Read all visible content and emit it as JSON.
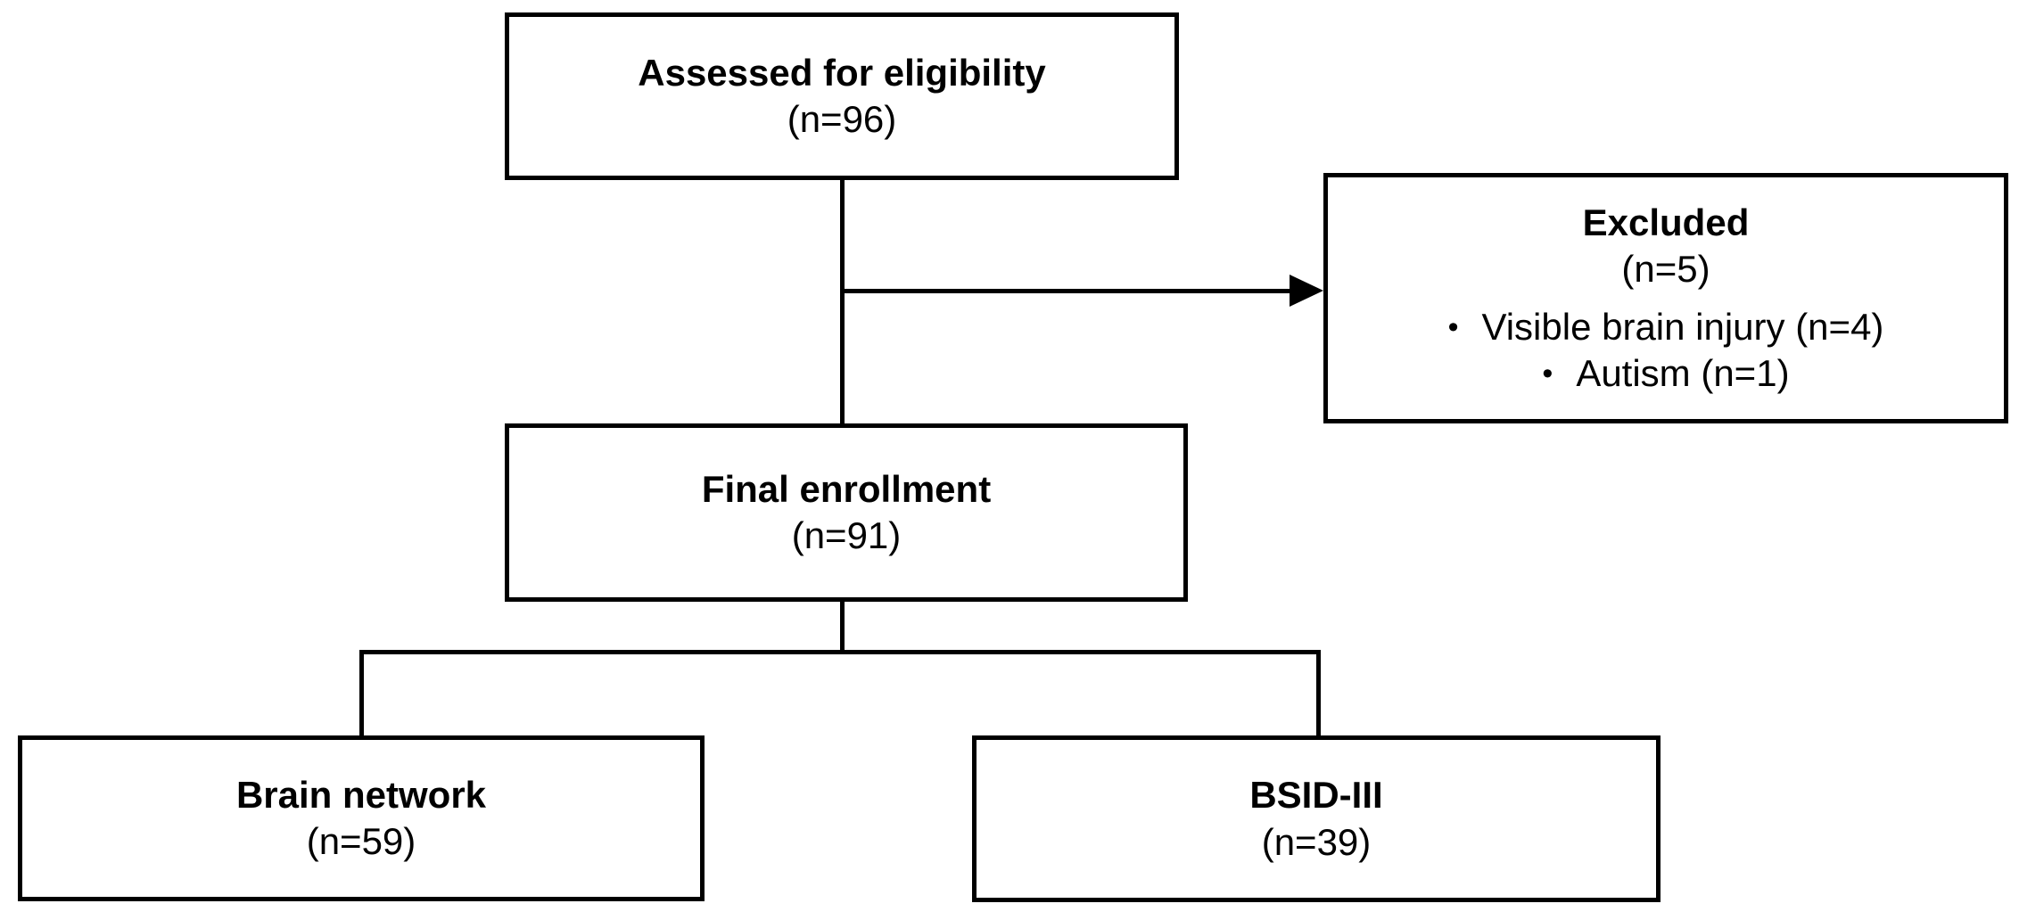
{
  "colors": {
    "background": "#ffffff",
    "line": "#000000",
    "text": "#000000"
  },
  "nodes": {
    "assessed": {
      "title": "Assessed for eligibility",
      "count": "(n=96)"
    },
    "excluded": {
      "title": "Excluded",
      "count": "(n=5)",
      "bullets": [
        {
          "marker": "•",
          "text": "Visible brain injury (n=4)"
        },
        {
          "marker": "•",
          "text": "Autism (n=1)"
        }
      ]
    },
    "final": {
      "title": "Final enrollment",
      "count": "(n=91)"
    },
    "brain_network": {
      "title": "Brain network",
      "count": "(n=59)"
    },
    "bsid": {
      "title": "BSID-III",
      "count": "(n=39)"
    }
  }
}
